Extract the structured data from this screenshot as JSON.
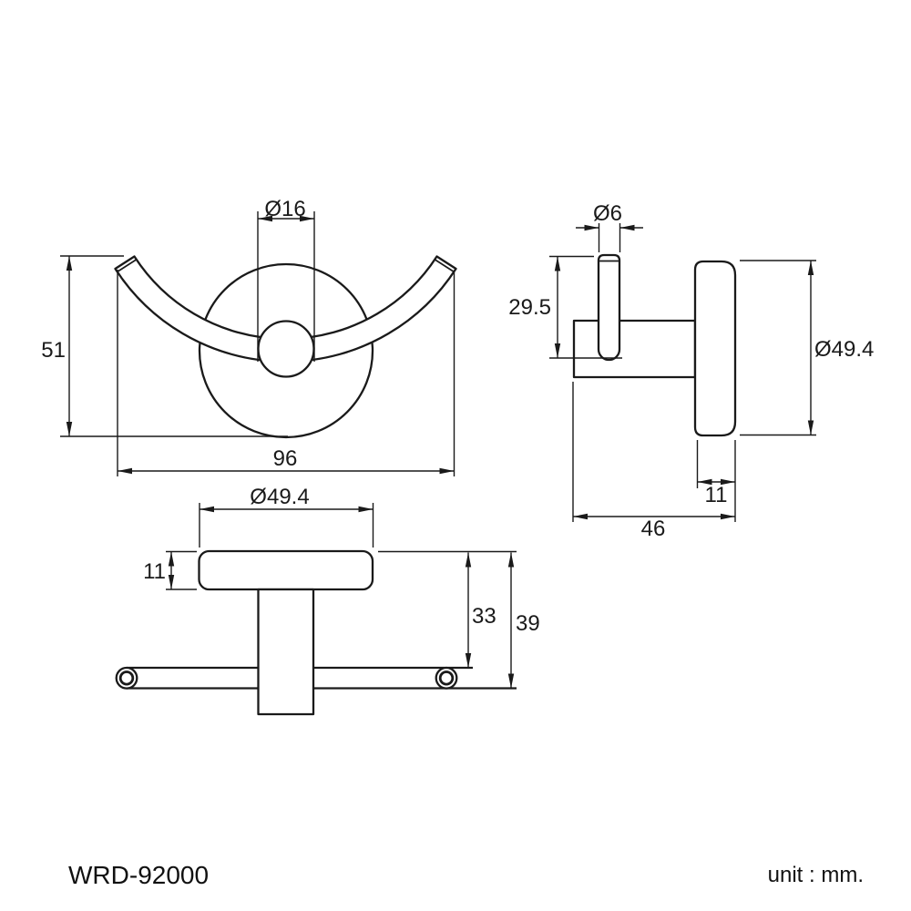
{
  "part_number": "WRD-92000",
  "unit_label": "unit : mm.",
  "front_view": {
    "collar_diameter": "Ø16",
    "height": "51",
    "width": "96"
  },
  "side_view": {
    "tip_rod_diameter": "Ø6",
    "tip_height": "29.5",
    "plate_diameter": "Ø49.4",
    "plate_thickness": "11",
    "total_depth": "46"
  },
  "top_view": {
    "plate_diameter": "Ø49.4",
    "plate_thickness": "11",
    "depth_to_bar": "33",
    "total_depth": "39"
  },
  "colors": {
    "line": "#1a1a1a",
    "background": "#ffffff"
  }
}
